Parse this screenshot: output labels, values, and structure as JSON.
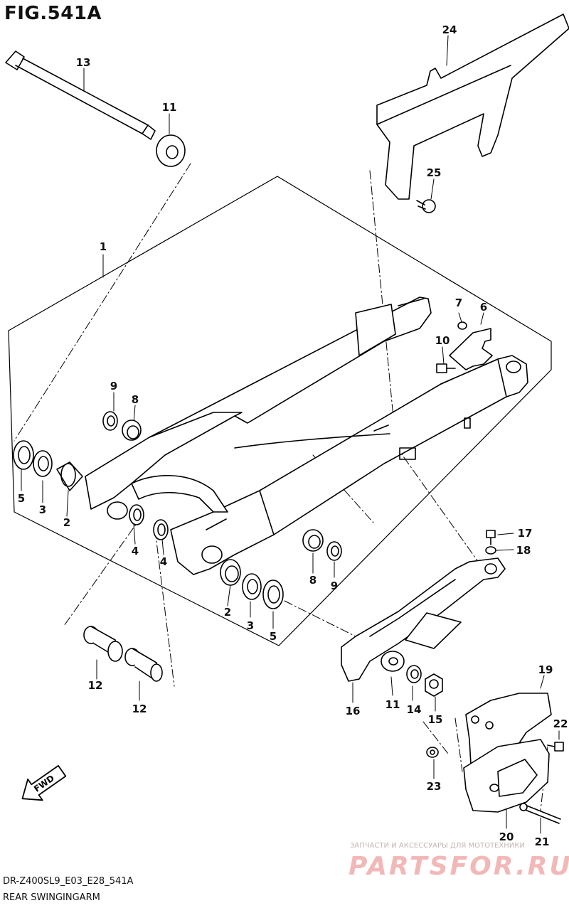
{
  "figure": {
    "title": "FIG.541A"
  },
  "callouts": [
    {
      "id": "c13",
      "text": "13"
    },
    {
      "id": "c11a",
      "text": "11"
    },
    {
      "id": "c1",
      "text": "1"
    },
    {
      "id": "c24",
      "text": "24"
    },
    {
      "id": "c25",
      "text": "25"
    },
    {
      "id": "c7",
      "text": "7"
    },
    {
      "id": "c6",
      "text": "6"
    },
    {
      "id": "c10",
      "text": "10"
    },
    {
      "id": "c9a",
      "text": "9"
    },
    {
      "id": "c8a",
      "text": "8"
    },
    {
      "id": "c5a",
      "text": "5"
    },
    {
      "id": "c3a",
      "text": "3"
    },
    {
      "id": "c2a",
      "text": "2"
    },
    {
      "id": "c4a",
      "text": "4"
    },
    {
      "id": "c4b",
      "text": "4"
    },
    {
      "id": "c8b",
      "text": "8"
    },
    {
      "id": "c9b",
      "text": "9"
    },
    {
      "id": "c2b",
      "text": "2"
    },
    {
      "id": "c3b",
      "text": "3"
    },
    {
      "id": "c5b",
      "text": "5"
    },
    {
      "id": "c17",
      "text": "17"
    },
    {
      "id": "c18",
      "text": "18"
    },
    {
      "id": "c12a",
      "text": "12"
    },
    {
      "id": "c12b",
      "text": "12"
    },
    {
      "id": "c16",
      "text": "16"
    },
    {
      "id": "c11b",
      "text": "11"
    },
    {
      "id": "c14",
      "text": "14"
    },
    {
      "id": "c15",
      "text": "15"
    },
    {
      "id": "c19",
      "text": "19"
    },
    {
      "id": "c22",
      "text": "22"
    },
    {
      "id": "c23",
      "text": "23"
    },
    {
      "id": "c20",
      "text": "20"
    },
    {
      "id": "c21",
      "text": "21"
    }
  ],
  "fwd_arrow": {
    "label": "FWD"
  },
  "footer": {
    "code": "DR-Z400SL9_E03_E28_541A",
    "name": "REAR SWINGINGARM"
  },
  "watermark": {
    "tagline": "ЗАПЧАСТИ И АКСЕССУАРЫ ДЛЯ МОТОТЕХНИКИ",
    "logo": "PARTSFOR.RU"
  }
}
